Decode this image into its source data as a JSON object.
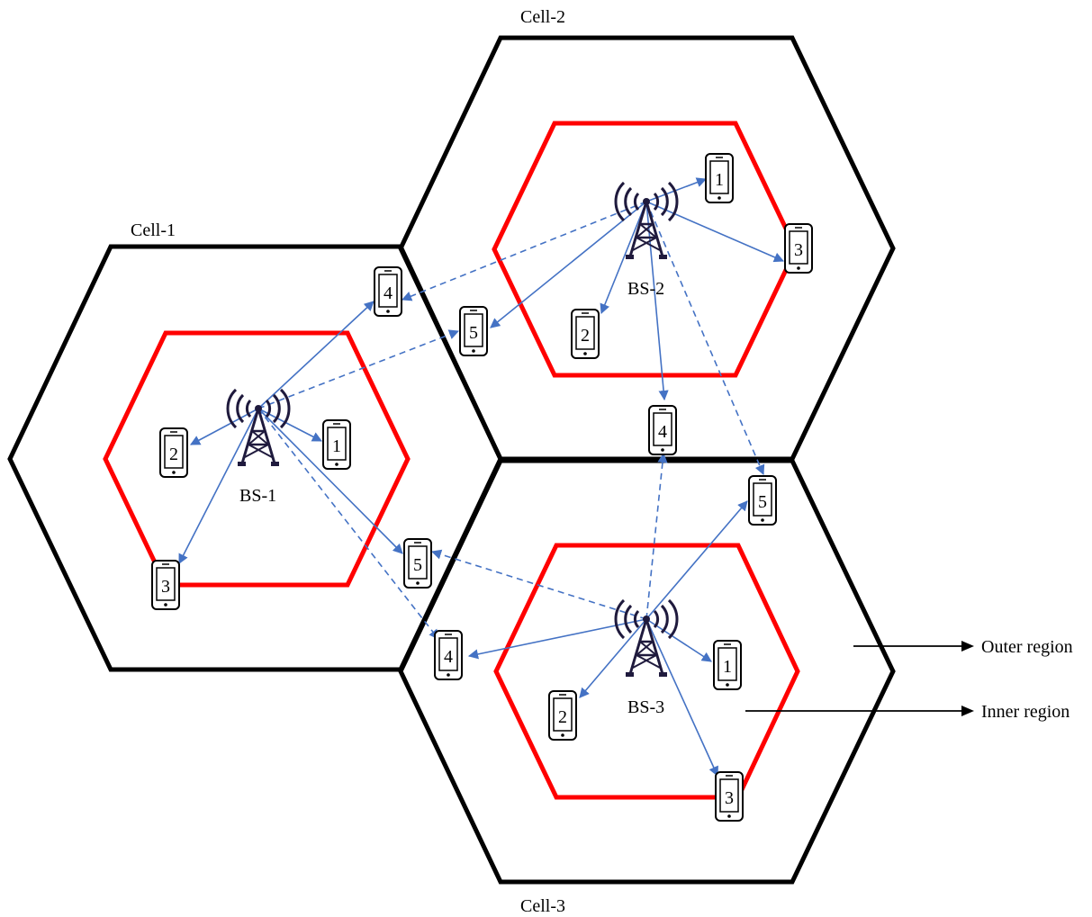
{
  "cells": [
    {
      "label": "Cell-1",
      "bs_label": "BS-1",
      "ues": [
        "1",
        "2",
        "3"
      ]
    },
    {
      "label": "Cell-2",
      "bs_label": "BS-2",
      "ues": [
        "1",
        "2",
        "3"
      ]
    },
    {
      "label": "Cell-3",
      "bs_label": "BS-3",
      "ues": [
        "1",
        "2",
        "3"
      ]
    }
  ],
  "edge_ues": {
    "cell1": [
      "4",
      "5"
    ],
    "cell2": [
      "4",
      "5"
    ],
    "cell3": [
      "4",
      "5"
    ]
  },
  "legend": {
    "outer": "Outer region",
    "inner": "Inner region"
  },
  "colors": {
    "cell_border": "#000000",
    "inner_region": "#ff0000",
    "link": "#4472c4",
    "tower": "#1f1a3d"
  }
}
